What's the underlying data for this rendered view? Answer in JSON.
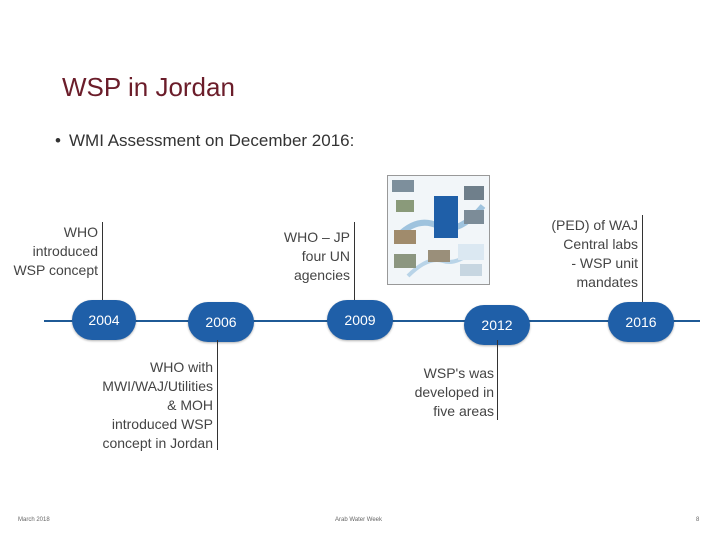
{
  "title": "WSP in Jordan",
  "bullet": "WMI Assessment on December 2016:",
  "labels_above": {
    "who_introduced": [
      "WHO",
      "introduced",
      "WSP concept"
    ],
    "who_jp": [
      "WHO – JP",
      "four UN",
      "agencies"
    ],
    "ped": [
      "(PED) of WAJ",
      "Central labs",
      "- WSP unit",
      "mandates"
    ]
  },
  "labels_below": {
    "who_with": [
      "WHO with",
      "MWI/WAJ/Utilities",
      "& MOH",
      "introduced WSP",
      "concept in Jordan"
    ],
    "wsp_developed": [
      "WSP's was",
      "developed in",
      "five areas"
    ]
  },
  "years": [
    "2004",
    "2006",
    "2009",
    "2012",
    "2016"
  ],
  "footer": {
    "date": "March 2018",
    "center": "Arab Water Week",
    "page": "8"
  },
  "colors": {
    "title": "#6b1d2a",
    "node": "#1f5fa8",
    "timeline": "#1f5a96"
  }
}
